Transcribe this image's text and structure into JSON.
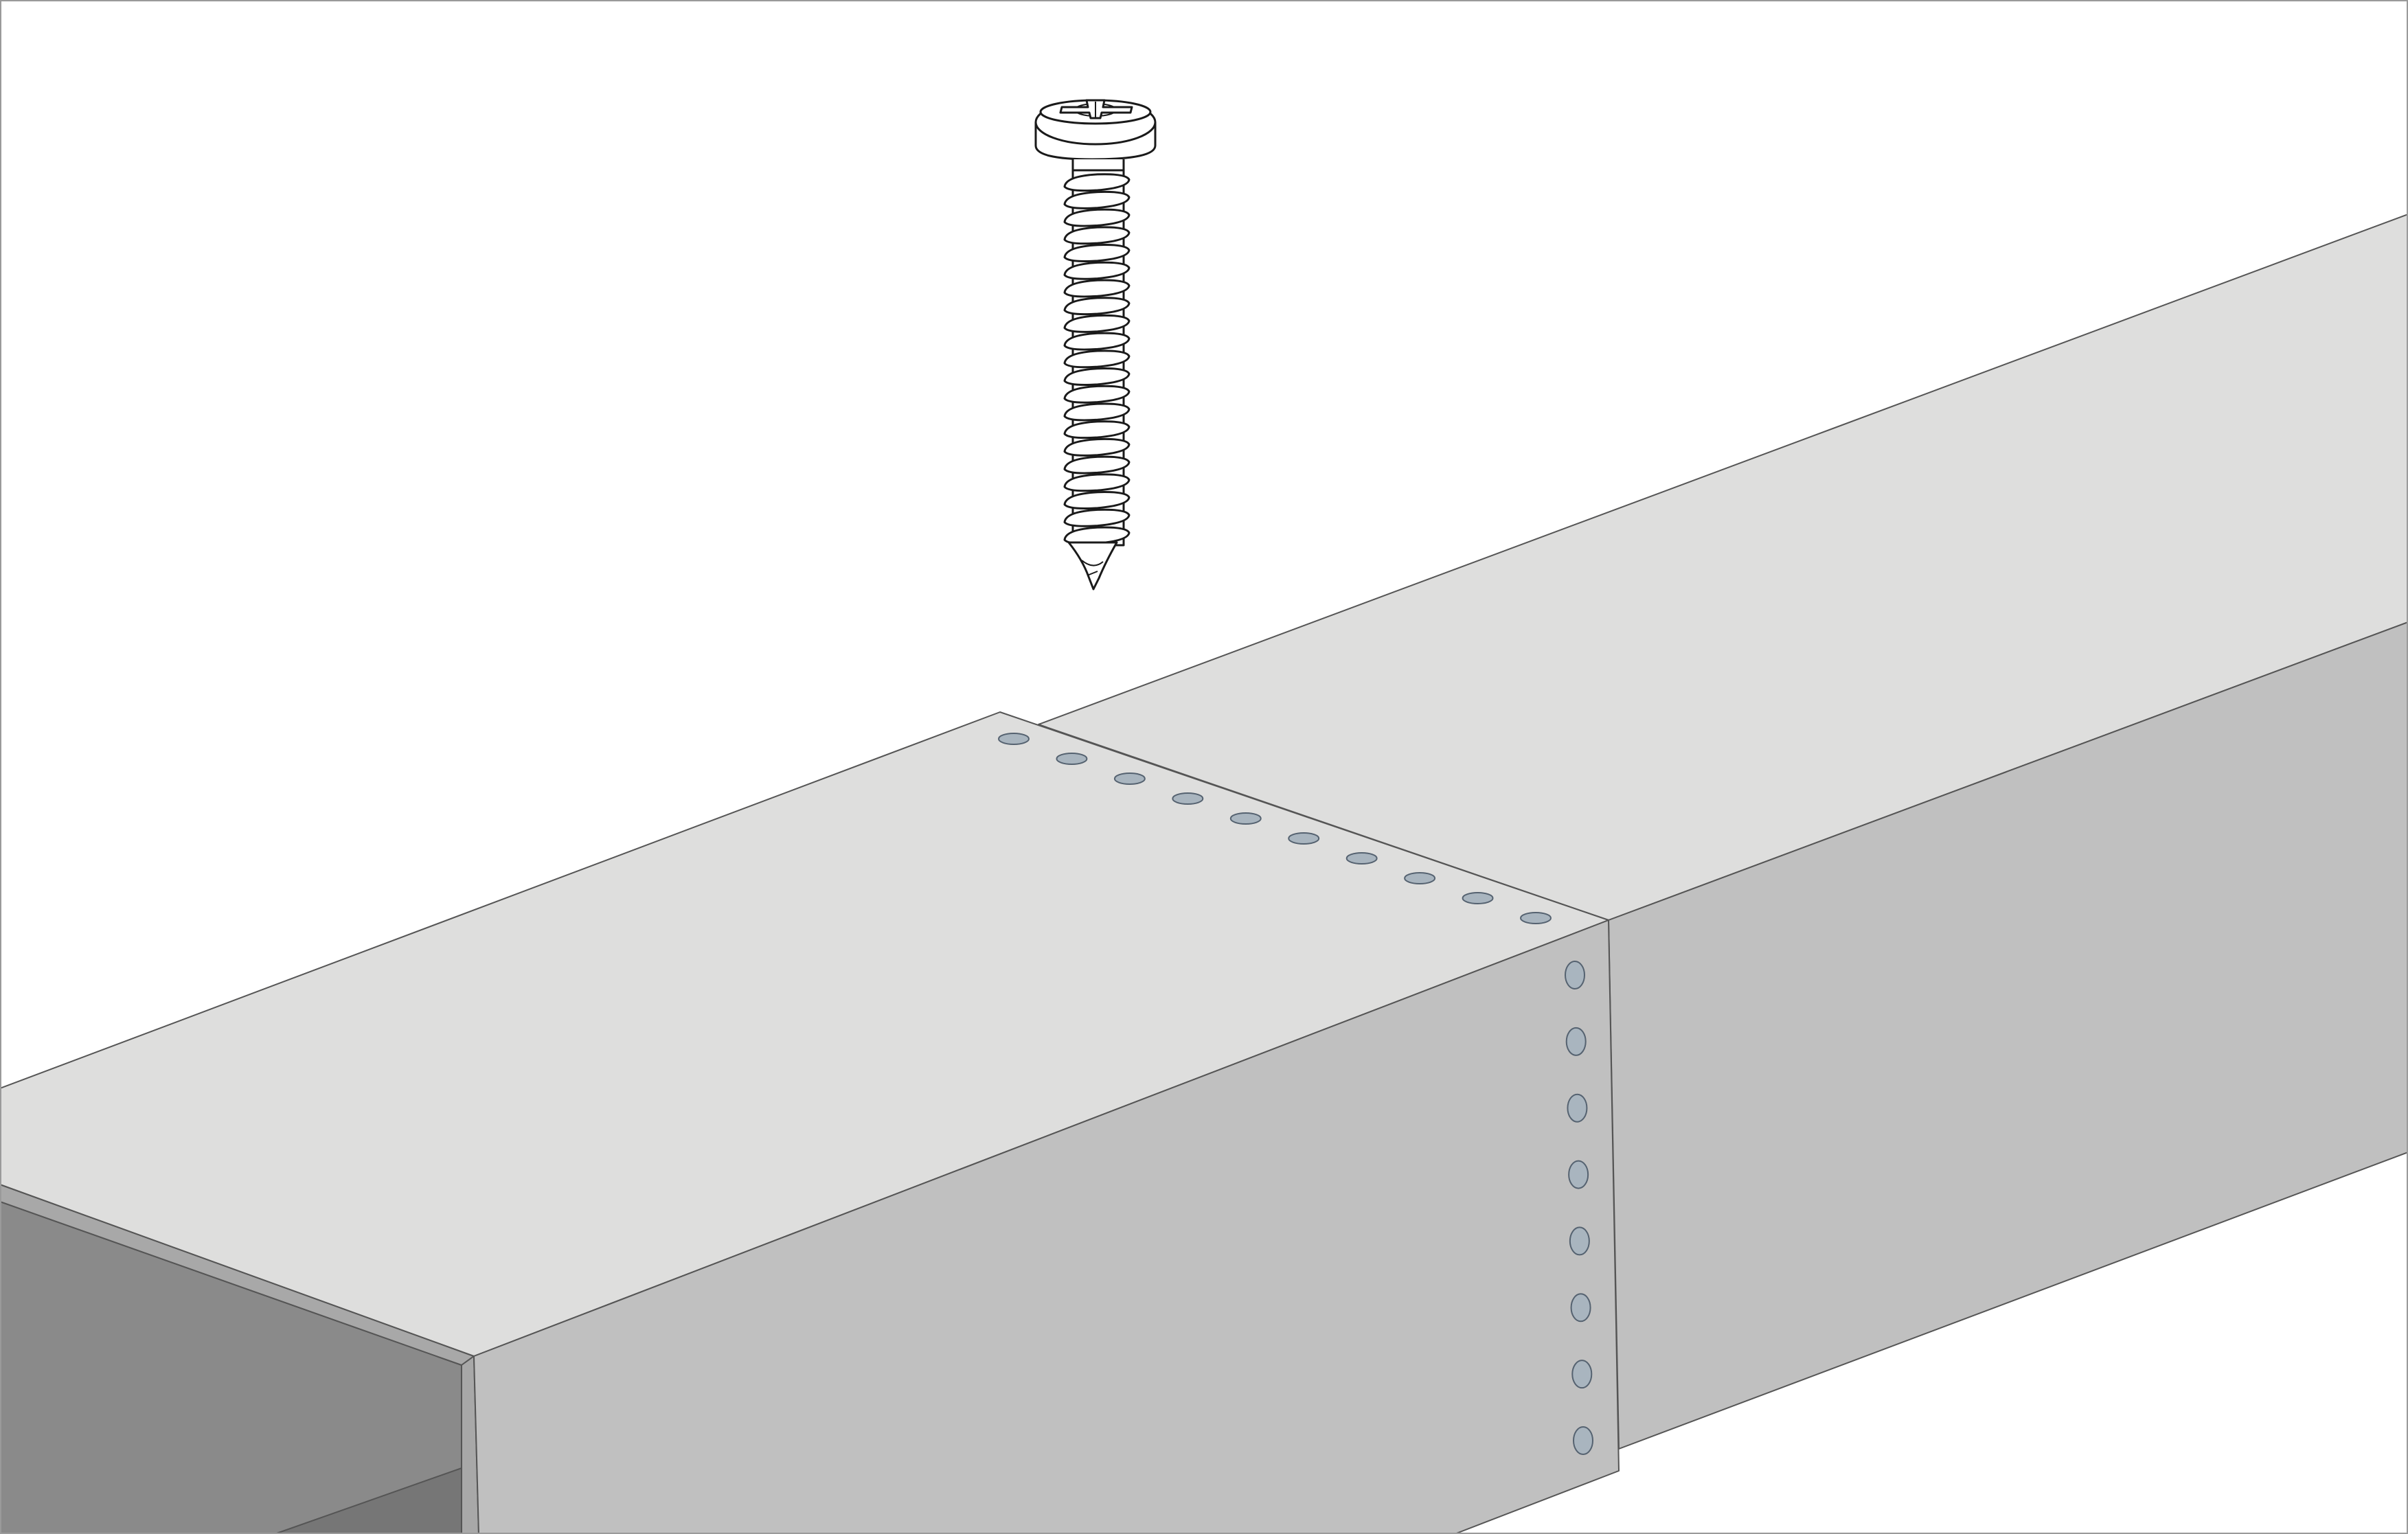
{
  "diagram": {
    "subject": "",
    "colors": {
      "background": "#ffffff",
      "frame": "#9a9a9a",
      "duct_top": "#dededd",
      "duct_side": "#c0c0c0",
      "duct_interior": "#8a8a8a",
      "duct_interior_dark": "#767676",
      "duct_rim": "#a8a8a8",
      "edge": "#555555",
      "hole_fill": "#a9b5bf",
      "hole_stroke": "#556270",
      "screw_fill": "#ffffff",
      "screw_stroke": "#1a1a1a"
    },
    "parts": {
      "holes_top_count": 10,
      "holes_side_count": 8,
      "screw_thread_turns": 21
    }
  }
}
